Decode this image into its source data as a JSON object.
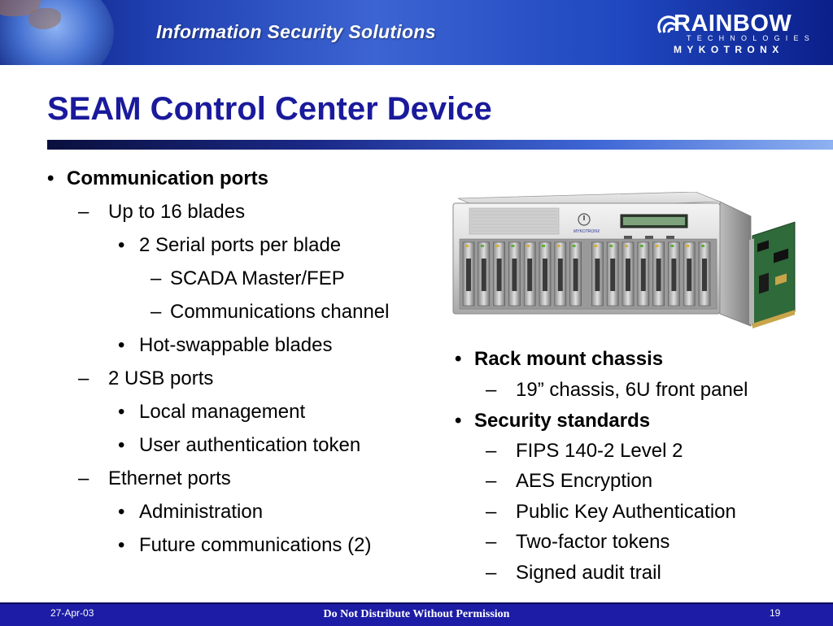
{
  "header": {
    "banner_title": "Information Security Solutions",
    "logo_brand": "RAINBOW",
    "logo_sub": "TECHNOLOGIES",
    "logo_sub2": "MYKOTRONX"
  },
  "slide": {
    "title": "SEAM Control Center Device"
  },
  "left_bullets": [
    {
      "text": "Communication ports",
      "level": 1
    },
    {
      "text": "Up to 16 blades",
      "level": 2
    },
    {
      "text": "2 Serial ports per blade",
      "level": 3
    },
    {
      "text": "SCADA Master/FEP",
      "level": 4
    },
    {
      "text": "Communications channel",
      "level": 4
    },
    {
      "text": "Hot-swappable blades",
      "level": 3
    },
    {
      "text": "2 USB ports",
      "level": 2
    },
    {
      "text": "Local management",
      "level": 3
    },
    {
      "text": "User authentication token",
      "level": 3
    },
    {
      "text": "Ethernet ports",
      "level": 2
    },
    {
      "text": "Administration",
      "level": 3
    },
    {
      "text": "Future communications (2)",
      "level": 3
    }
  ],
  "right_bullets": [
    {
      "text": "Rack mount chassis",
      "level": 1
    },
    {
      "text": "19” chassis, 6U front panel",
      "level": 2
    },
    {
      "text": "Security standards",
      "level": 1
    },
    {
      "text": "FIPS 140-2 Level 2",
      "level": 2
    },
    {
      "text": "AES Encryption",
      "level": 2
    },
    {
      "text": "Public Key Authentication",
      "level": 2
    },
    {
      "text": "Two-factor tokens",
      "level": 2
    },
    {
      "text": "Signed audit trail",
      "level": 2
    }
  ],
  "markers": {
    "bullet": "•",
    "dash": "–"
  },
  "device": {
    "faceplate_label": "MYKOTRONX",
    "blade_count": 16
  },
  "footer": {
    "date": "27-Apr-03",
    "notice": "Do Not Distribute Without Permission",
    "page": "19"
  },
  "colors": {
    "title_blue": "#1a1a9c",
    "footer_blue": "#1c1ca6",
    "banner_blue": "#2a52c4"
  }
}
